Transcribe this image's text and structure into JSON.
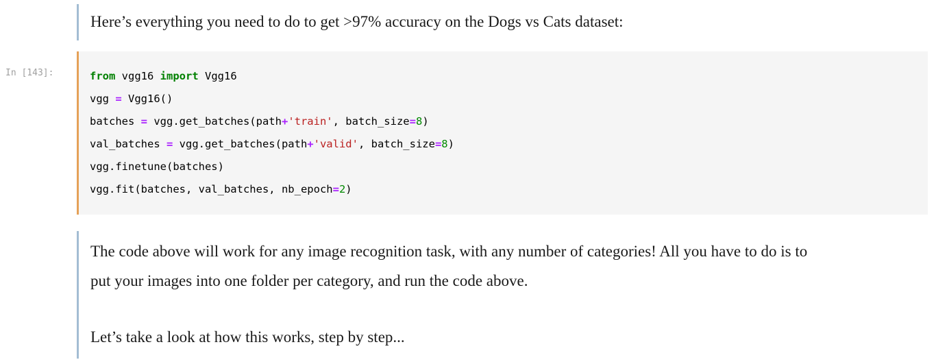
{
  "notebook": {
    "markdown_intro": {
      "text": "Here’s everything you need to do to get >97% accuracy on the Dogs vs Cats dataset:"
    },
    "code_cell": {
      "prompt": "In [143]:",
      "lines": [
        [
          {
            "t": "k",
            "v": "from"
          },
          {
            "t": "p",
            "v": " vgg16 "
          },
          {
            "t": "k",
            "v": "import"
          },
          {
            "t": "p",
            "v": " Vgg16"
          }
        ],
        [
          {
            "t": "p",
            "v": "vgg "
          },
          {
            "t": "o",
            "v": "="
          },
          {
            "t": "p",
            "v": " Vgg16()"
          }
        ],
        [
          {
            "t": "p",
            "v": "batches "
          },
          {
            "t": "o",
            "v": "="
          },
          {
            "t": "p",
            "v": " vgg.get_batches(path"
          },
          {
            "t": "o",
            "v": "+"
          },
          {
            "t": "s",
            "v": "'train'"
          },
          {
            "t": "p",
            "v": ", batch_size"
          },
          {
            "t": "o",
            "v": "="
          },
          {
            "t": "n",
            "v": "8"
          },
          {
            "t": "p",
            "v": ")"
          }
        ],
        [
          {
            "t": "p",
            "v": "val_batches "
          },
          {
            "t": "o",
            "v": "="
          },
          {
            "t": "p",
            "v": " vgg.get_batches(path"
          },
          {
            "t": "o",
            "v": "+"
          },
          {
            "t": "s",
            "v": "'valid'"
          },
          {
            "t": "p",
            "v": ", batch_size"
          },
          {
            "t": "o",
            "v": "="
          },
          {
            "t": "n",
            "v": "8"
          },
          {
            "t": "p",
            "v": ")"
          }
        ],
        [
          {
            "t": "p",
            "v": "vgg.finetune(batches)"
          }
        ],
        [
          {
            "t": "p",
            "v": "vgg.fit(batches, val_batches, nb_epoch"
          },
          {
            "t": "o",
            "v": "="
          },
          {
            "t": "n",
            "v": "2"
          },
          {
            "t": "p",
            "v": ")"
          }
        ]
      ]
    },
    "markdown_outro": {
      "paragraph1": "The code above will work for any image recognition task, with any number of categories! All you have to do is to put your images into one folder per category, and run the code above.",
      "paragraph2": "Let’s take a look at how this works, step by step..."
    },
    "colors": {
      "markdown_border": "#a3bdd3",
      "code_border": "#e5a158",
      "code_bg": "#f5f5f5",
      "kw": "#008000",
      "str": "#ba2121",
      "num": "#008800",
      "op": "#aa22ff",
      "prompt": "#9f9f9f",
      "text": "#1a1a1a"
    }
  }
}
